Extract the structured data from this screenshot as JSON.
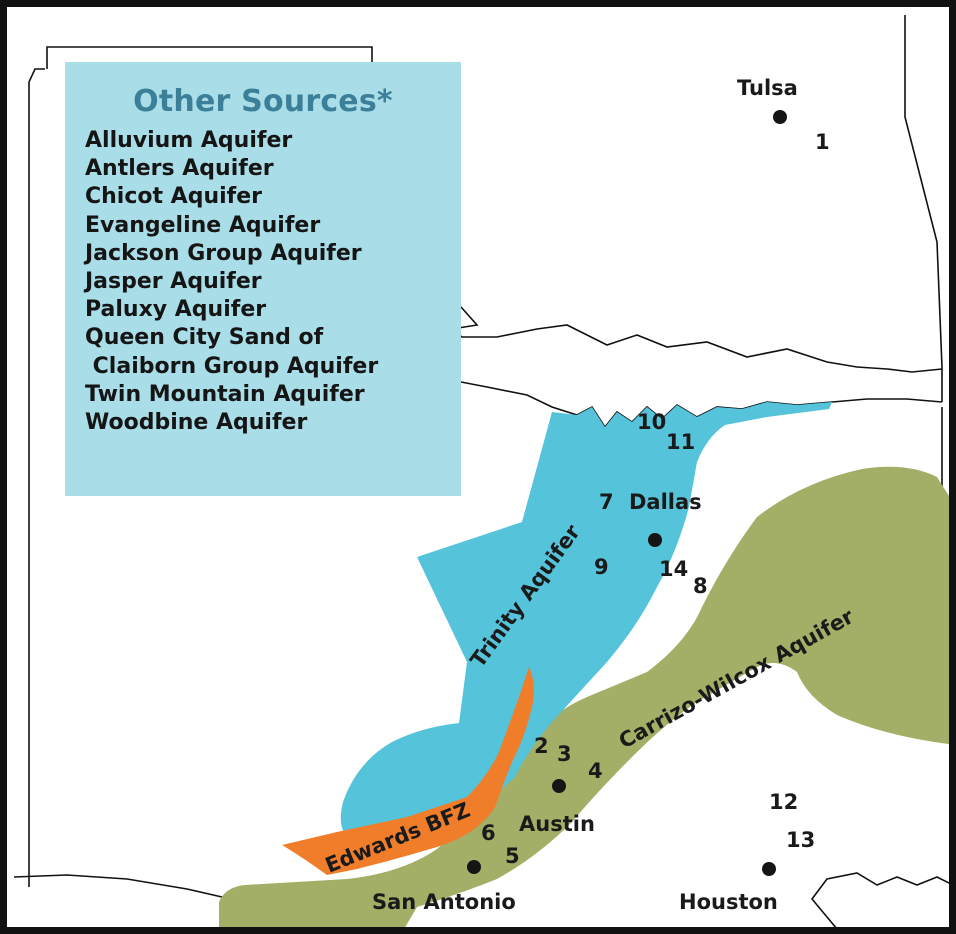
{
  "legend": {
    "title": "Other Sources*",
    "items": [
      "Alluvium Aquifer",
      "Antlers Aquifer",
      "Chicot Aquifer",
      "Evangeline Aquifer",
      "Jackson Group Aquifer",
      "Jasper Aquifer",
      "Paluxy Aquifer",
      "Queen City Sand of",
      " Claiborn Group Aquifer",
      "Twin Mountain Aquifer",
      "Woodbine Aquifer"
    ]
  },
  "aquifers": {
    "trinity": {
      "label": "Trinity Aquifer",
      "color": "#55c3da"
    },
    "carrizo": {
      "label": "Carrizo-Wilcox Aquifer",
      "color": "#a3ae66"
    },
    "edwards": {
      "label": "Edwards BFZ",
      "color": "#f07d2a"
    }
  },
  "cities": {
    "tulsa": "Tulsa",
    "dallas": "Dallas",
    "austin": "Austin",
    "san_antonio": "San Antonio",
    "houston": "Houston"
  },
  "sites": [
    "1",
    "2",
    "3",
    "4",
    "5",
    "6",
    "7",
    "8",
    "9",
    "10",
    "11",
    "12",
    "13",
    "14"
  ]
}
